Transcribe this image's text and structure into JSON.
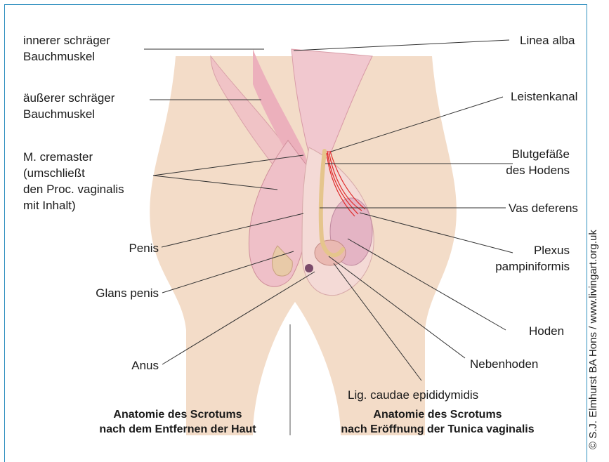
{
  "labels": {
    "innerer": "innerer schräger\nBauchmuskel",
    "aeusserer": "äußerer schräger\nBauchmuskel",
    "cremaster": "M. cremaster\n(umschließt\nden Proc. vaginalis\nmit Inhalt)",
    "penis": "Penis",
    "glans": "Glans penis",
    "anus": "Anus",
    "linea_alba": "Linea alba",
    "leistenkanal": "Leistenkanal",
    "blutgefaesse": "Blutgefäße\ndes Hodens",
    "vas_deferens": "Vas deferens",
    "plexus": "Plexus\npampiniformis",
    "hoden": "Hoden",
    "nebenhoden": "Nebenhoden",
    "lig": "Lig. caudae epididymidis"
  },
  "captions": {
    "left": "Anatomie des Scrotums\nnach dem Entfernen der Haut",
    "right": "Anatomie des Scrotums\nnach Eröffnung der Tunica vaginalis"
  },
  "credit": "© S.J. Elmhurst BA Hons / www.livingart.org.uk",
  "colors": {
    "frame": "#2f8fbf",
    "skin": "#f3dcc8",
    "muscle": "#efb9c6",
    "vessel": "#e02a2a",
    "vas": "#e5c58c"
  }
}
